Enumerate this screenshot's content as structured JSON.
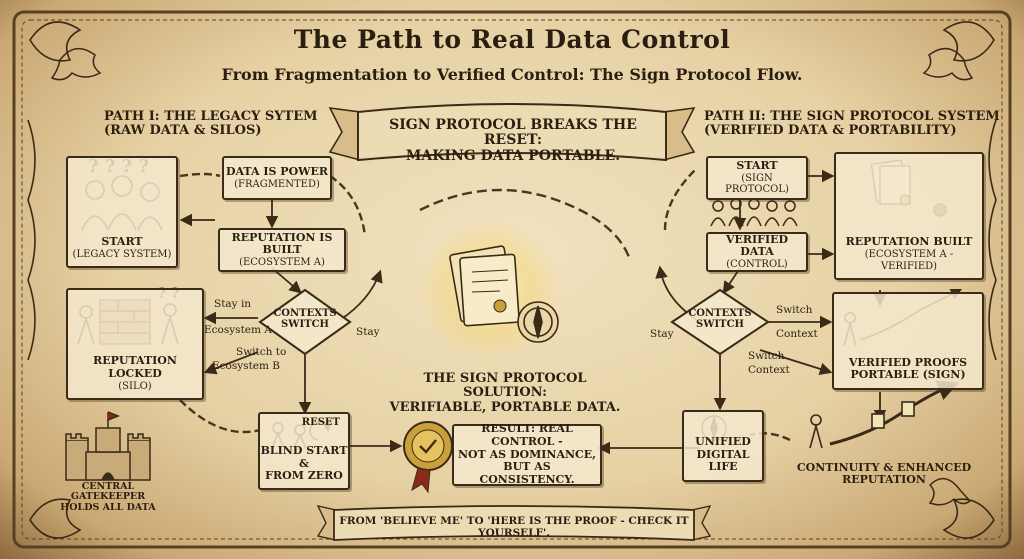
{
  "title": "The Path to Real Data Control",
  "subtitle": "From Fragmentation to Verified Control: The Sign Protocol Flow.",
  "banner": {
    "line1": "SIGN PROTOCOL BREAKS THE RESET:",
    "line2": "MAKING DATA PORTABLE."
  },
  "path1": {
    "header_line1": "PATH I: THE LEGACY SYTEM",
    "header_line2": "(RAW DATA & SILOS)",
    "start_label": "START",
    "start_sub": "(LEGACY SYSTEM)",
    "data_power": "DATA IS POWER",
    "data_power_sub": "(FRAGMENTED)",
    "reputation_built": "REPUTATION IS BUILT",
    "reputation_built_sub": "(ECOSYSTEM A)",
    "contexts": "CONTEXTS",
    "switch": "SWITCH",
    "stay_in": "Stay in",
    "ecosystem_a": "Ecosystem A",
    "switch_to": "Switch to",
    "ecosystem_b": "Ecosystem B",
    "stay": "Stay",
    "reputation_locked": "REPUTATION LOCKED",
    "reputation_locked_sub": "(SILO)",
    "reset": "RESET",
    "blind_start": "BLIND START &",
    "from_zero": "FROM ZERO",
    "gatekeeper_line1": "CENTRAL GATEKEEPER",
    "gatekeeper_line2": "HOLDS ALL DATA"
  },
  "path2": {
    "header_line1": "PATH II: THE SIGN PROTOCOL SYSTEM",
    "header_line2": "(VERIFIED DATA & PORTABILITY)",
    "start_label": "START",
    "start_sub": "(SIGN PROTOCOL)",
    "verified_data": "VERIFIED DATA",
    "verified_data_sub": "(CONTROL)",
    "reputation_built": "REPUTATION BUILT",
    "reputation_built_sub": "(ECOSYSTEM A - VERIFIED)",
    "contexts": "CONTEXTS",
    "switch": "SWITCH",
    "switch_label": "Switch",
    "context_label": "Context",
    "switch_label2": "Switch",
    "context_label2": "Context",
    "stay": "Stay",
    "verified_proofs": "VERIFIED PROOFS",
    "verified_proofs_sub": "PORTABLE (SIGN)",
    "unified": "UNIFIED",
    "digital_life": "DIGITAL LIFE",
    "continuity_line1": "CONTINUITY & ENHANCED",
    "continuity_line2": "REPUTATION"
  },
  "center": {
    "solution_line1": "THE SIGN PROTOCOL SOLUTION:",
    "solution_line2": "VERIFIABLE, PORTABLE DATA.",
    "result_line1": "RESULT: REAL CONTROL -",
    "result_line2": "NOT AS DOMINANCE,",
    "result_line3": "BUT AS CONSISTENCY."
  },
  "footer": "FROM 'BELIEVE ME' TO 'HERE IS THE PROOF - CHECK IT YOURSELF'.",
  "icons": [
    "confused-people-icon",
    "brick-wall-icon",
    "castle-icon",
    "reset-arrow-icon",
    "compass-icon",
    "certificate-icon",
    "seal-icon",
    "chain-icon",
    "dragon-icon"
  ],
  "colors": {
    "parchment": "#e6d1a4",
    "ink": "#3a2a18",
    "glow": "#f7d774"
  }
}
